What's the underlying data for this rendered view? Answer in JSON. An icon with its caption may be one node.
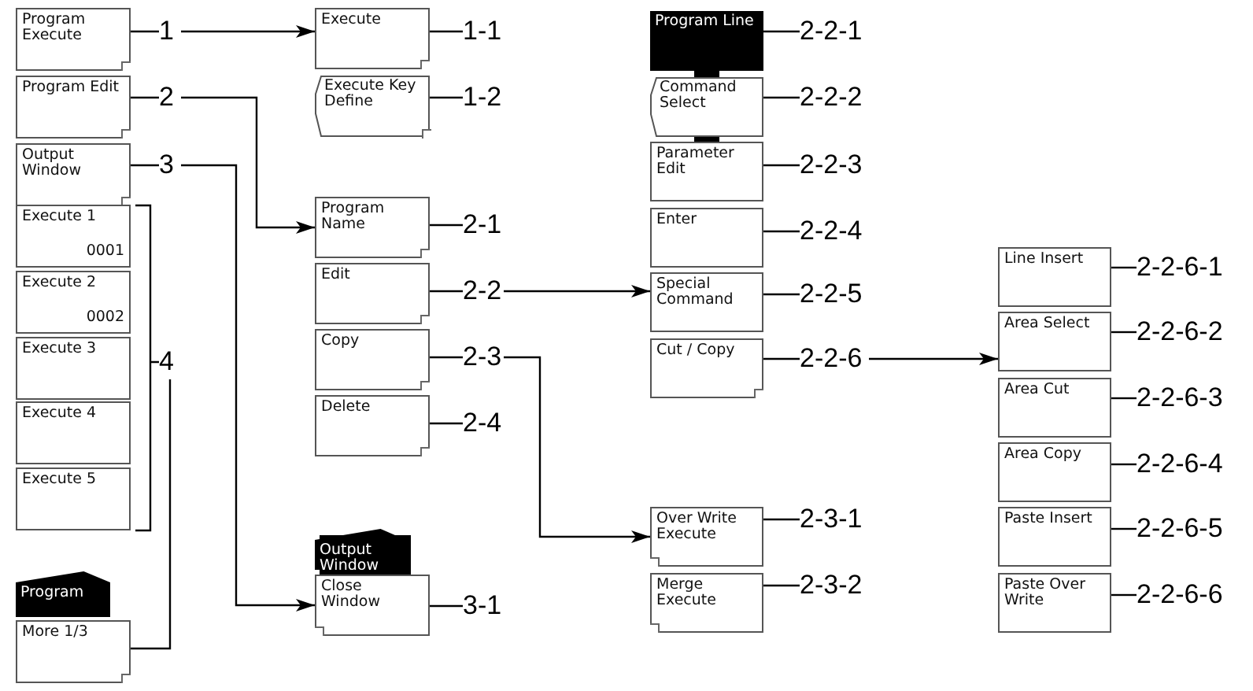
{
  "diagram": {
    "nodes": [
      {
        "text": [
          "Program Execute"
        ]
      },
      {
        "text": [
          "Program Edit"
        ]
      },
      {
        "text": [
          "Output Window"
        ]
      },
      {
        "text": [
          "Execute 1",
          "0001"
        ]
      },
      {
        "text": [
          "Execute 2",
          "0002"
        ]
      },
      {
        "text": [
          "Execute 3"
        ]
      },
      {
        "text": [
          "Execute 4"
        ]
      },
      {
        "text": [
          "Execute 5"
        ]
      },
      {
        "text": [
          "Program"
        ]
      },
      {
        "text": [
          "More 1/3"
        ]
      },
      {
        "text": [
          "1"
        ]
      },
      {
        "text": [
          "2"
        ]
      },
      {
        "text": [
          "3"
        ]
      },
      {
        "text": [
          "4"
        ]
      },
      {
        "text": [
          "Execute"
        ]
      },
      {
        "text": [
          "Execute Key Define"
        ]
      },
      {
        "text": [
          "Program Name"
        ]
      },
      {
        "text": [
          "Edit"
        ]
      },
      {
        "text": [
          "Copy"
        ]
      },
      {
        "text": [
          "Delete"
        ]
      },
      {
        "text": [
          "Output Window"
        ]
      },
      {
        "text": [
          "Close Window"
        ]
      },
      {
        "text": [
          "1-1"
        ]
      },
      {
        "text": [
          "1-2"
        ]
      },
      {
        "text": [
          "2-1"
        ]
      },
      {
        "text": [
          "2-2"
        ]
      },
      {
        "text": [
          "2-3"
        ]
      },
      {
        "text": [
          "2-4"
        ]
      },
      {
        "text": [
          "3-1"
        ]
      },
      {
        "text": [
          "Program Line"
        ]
      },
      {
        "text": [
          "Command Select"
        ]
      },
      {
        "text": [
          "Parameter Edit"
        ]
      },
      {
        "text": [
          "Enter"
        ]
      },
      {
        "text": [
          "Special Command"
        ]
      },
      {
        "text": [
          "Cut / Copy"
        ]
      },
      {
        "text": [
          "Over Write Execute"
        ]
      },
      {
        "text": [
          "Merge Execute"
        ]
      },
      {
        "text": [
          "2-2-1"
        ]
      },
      {
        "text": [
          "2-2-2"
        ]
      },
      {
        "text": [
          "2-2-3"
        ]
      },
      {
        "text": [
          "2-2-4"
        ]
      },
      {
        "text": [
          "2-2-5"
        ]
      },
      {
        "text": [
          "2-2-6"
        ]
      },
      {
        "text": [
          "2-3-1"
        ]
      },
      {
        "text": [
          "2-3-2"
        ]
      },
      {
        "text": [
          "Line Insert"
        ]
      },
      {
        "text": [
          "Area Select"
        ]
      },
      {
        "text": [
          "Area Cut"
        ]
      },
      {
        "text": [
          "Area Copy"
        ]
      },
      {
        "text": [
          "Paste Insert"
        ]
      },
      {
        "text": [
          "Paste Over Write"
        ]
      },
      {
        "text": [
          "2-2-6-1"
        ]
      },
      {
        "text": [
          "2-2-6-2"
        ]
      },
      {
        "text": [
          "2-2-6-3"
        ]
      },
      {
        "text": [
          "2-2-6-4"
        ]
      },
      {
        "text": [
          "2-2-6-5"
        ]
      },
      {
        "text": [
          "2-2-6-6"
        ]
      }
    ],
    "edges": [
      {
        "from": 0,
        "to": 10,
        "arrow": "none"
      },
      {
        "from": 1,
        "to": 11,
        "arrow": "none"
      },
      {
        "from": 2,
        "to": 12,
        "arrow": "none"
      },
      {
        "from": 9,
        "to": 13,
        "arrow": "none"
      },
      {
        "from": 14,
        "to": 22,
        "arrow": "none"
      },
      {
        "from": 15,
        "to": 23,
        "arrow": "none"
      },
      {
        "from": 16,
        "to": 24,
        "arrow": "none"
      },
      {
        "from": 17,
        "to": 25,
        "arrow": "none"
      },
      {
        "from": 18,
        "to": 26,
        "arrow": "none"
      },
      {
        "from": 19,
        "to": 27,
        "arrow": "none"
      },
      {
        "from": 21,
        "to": 28,
        "arrow": "none"
      },
      {
        "from": 29,
        "to": 37,
        "arrow": "none"
      },
      {
        "from": 30,
        "to": 38,
        "arrow": "none"
      },
      {
        "from": 31,
        "to": 39,
        "arrow": "none"
      },
      {
        "from": 32,
        "to": 40,
        "arrow": "none"
      },
      {
        "from": 33,
        "to": 41,
        "arrow": "none"
      },
      {
        "from": 34,
        "to": 42,
        "arrow": "none"
      },
      {
        "from": 35,
        "to": 43,
        "arrow": "none"
      },
      {
        "from": 36,
        "to": 44,
        "arrow": "none"
      },
      {
        "from": 45,
        "to": 51,
        "arrow": "none"
      },
      {
        "from": 46,
        "to": 52,
        "arrow": "none"
      },
      {
        "from": 47,
        "to": 53,
        "arrow": "none"
      },
      {
        "from": 48,
        "to": 54,
        "arrow": "none"
      },
      {
        "from": 49,
        "to": 55,
        "arrow": "none"
      },
      {
        "from": 50,
        "to": 56,
        "arrow": "none"
      },
      {
        "from": 10,
        "to": 14,
        "arrow": "to"
      },
      {
        "from": 11,
        "to": 16,
        "arrow": "to"
      },
      {
        "from": 12,
        "to": 21,
        "arrow": "to"
      },
      {
        "from": 25,
        "to": 33,
        "arrow": "to"
      },
      {
        "from": 26,
        "to": 35,
        "arrow": "to"
      },
      {
        "from": 42,
        "to": 46,
        "arrow": "to"
      }
    ]
  }
}
